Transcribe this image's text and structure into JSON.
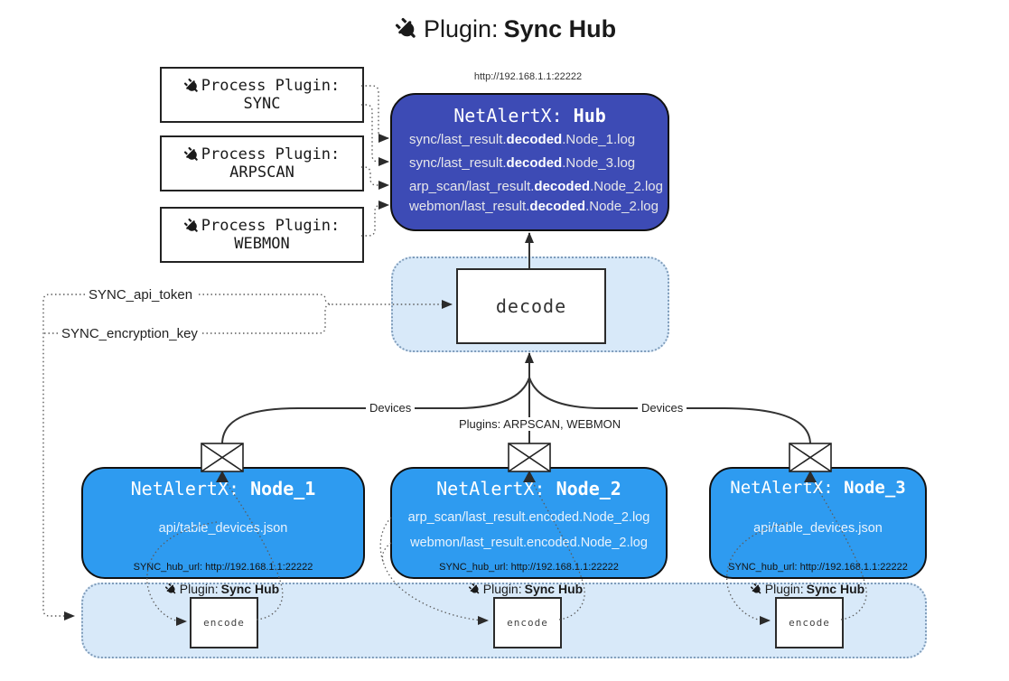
{
  "title": {
    "label": "Plugin:",
    "name": "Sync Hub"
  },
  "icons": {
    "plug": "🔌",
    "envelope": "✉"
  },
  "hub": {
    "url": "http://192.168.1.1:22222",
    "title_prefix": "NetAlertX: ",
    "title_name": "Hub",
    "logs": [
      {
        "pre": "sync/last_result.",
        "bold": "decoded",
        "post": ".Node_1.log"
      },
      {
        "pre": "sync/last_result.",
        "bold": "decoded",
        "post": ".Node_3.log"
      },
      {
        "pre": "arp_scan/last_result.",
        "bold": "decoded",
        "post": ".Node_2.log"
      },
      {
        "pre": "webmon/last_result.",
        "bold": "decoded",
        "post": ".Node_2.log"
      }
    ]
  },
  "process_plugins": [
    {
      "label": "Process Plugin:",
      "name": "SYNC"
    },
    {
      "label": "Process Plugin:",
      "name": "ARPSCAN"
    },
    {
      "label": "Process Plugin:",
      "name": "WEBMON"
    }
  ],
  "config": {
    "api_token": "SYNC_api_token",
    "encryption_key": "SYNC_encryption_key"
  },
  "decode_box": {
    "label": "decode"
  },
  "edge_labels": {
    "devices_left": "Devices",
    "devices_right": "Devices",
    "plugins_mid": "Plugins: ARPSCAN, WEBMON"
  },
  "nodes": [
    {
      "title_prefix": "NetAlertX: ",
      "title_name": "Node_1",
      "files": [
        "api/table_devices.json"
      ],
      "hub_url": "SYNC_hub_url: http://192.168.1.1:22222"
    },
    {
      "title_prefix": "NetAlertX: ",
      "title_name": "Node_2",
      "files": [
        "arp_scan/last_result.encoded.Node_2.log",
        "webmon/last_result.encoded.Node_2.log"
      ],
      "hub_url": "SYNC_hub_url: http://192.168.1.1:22222"
    },
    {
      "title_prefix": "NetAlertX: ",
      "title_name": "Node_3",
      "files": [
        "api/table_devices.json"
      ],
      "hub_url": "SYNC_hub_url: http://192.168.1.1:22222"
    }
  ],
  "encoders": [
    {
      "label": "Plugin: ",
      "label_bold": "Sync Hub",
      "box": "encode"
    },
    {
      "label": "Plugin: ",
      "label_bold": "Sync Hub",
      "box": "encode"
    },
    {
      "label": "Plugin: ",
      "label_bold": "Sync Hub",
      "box": "encode"
    }
  ],
  "colors": {
    "hub_fill": "#3D4BB5",
    "node_fill": "#2E9BF0",
    "band_fill": "#D8E9F9",
    "band_border": "#7F9CBA",
    "line": "#333333",
    "dotted_line": "#5c5c5c"
  }
}
